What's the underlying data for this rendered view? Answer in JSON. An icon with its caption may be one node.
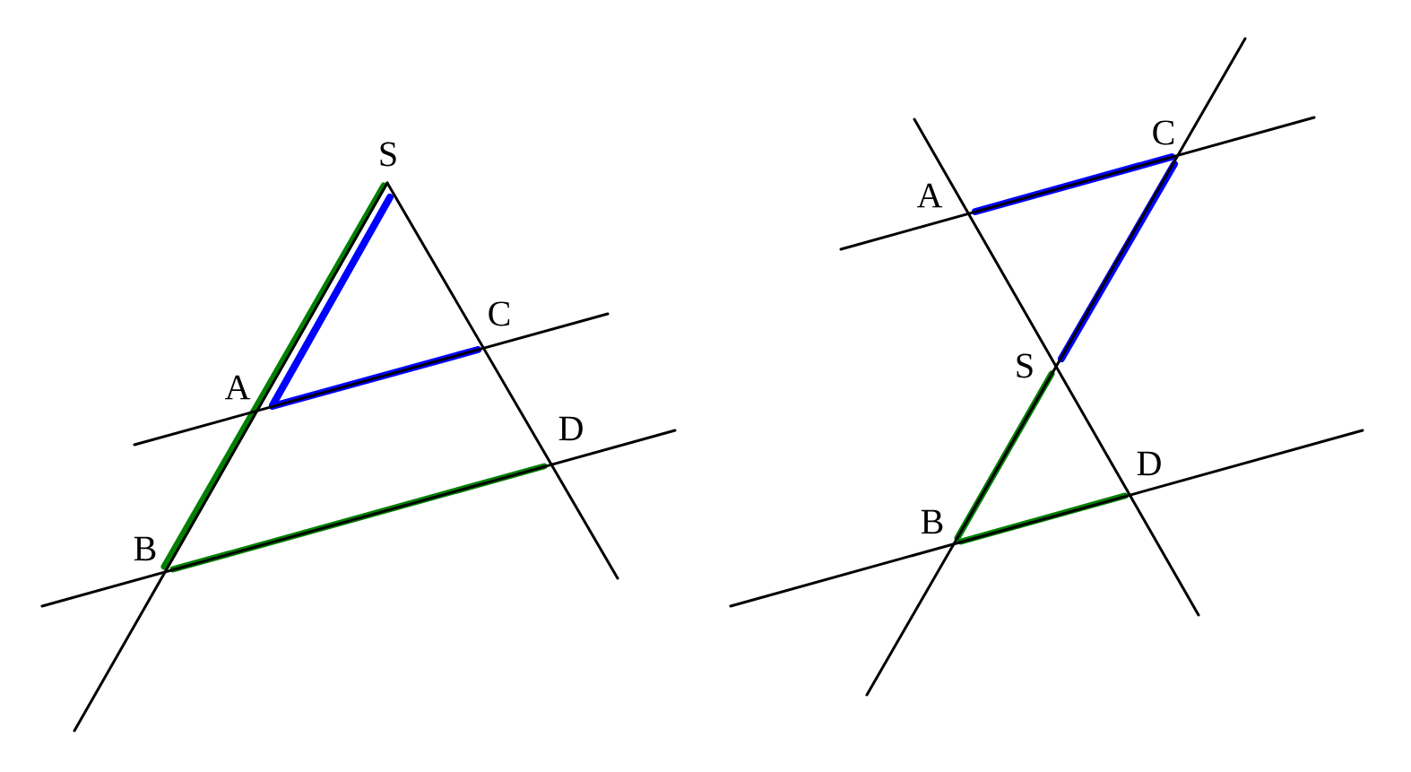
{
  "diagram": {
    "labels": [
      "S",
      "C",
      "A",
      "D",
      "B",
      "C",
      "A",
      "S",
      "D",
      "B"
    ]
  }
}
